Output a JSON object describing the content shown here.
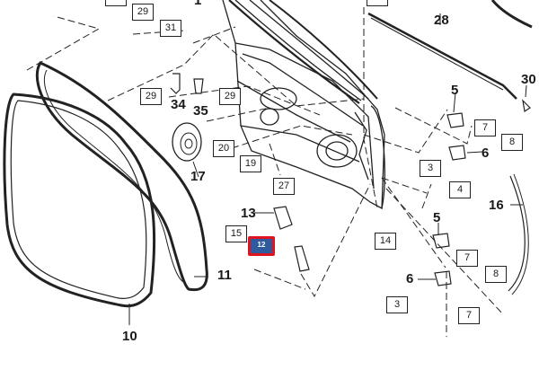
{
  "colors": {
    "highlight_border": "#e0141e",
    "highlight_fill": "#2f5a9e",
    "label_marker": "#a9bde6",
    "line": "#222222"
  },
  "callouts": {
    "c1": "1",
    "c3a": "3",
    "c3b": "3",
    "c4": "4",
    "c5a": "5",
    "c5b": "5",
    "c6a": "6",
    "c6b": "6",
    "c7a": "7",
    "c7b": "7",
    "c7c": "7",
    "c8a": "8",
    "c8b": "8",
    "c10": "10",
    "c11": "11",
    "c12": "12",
    "c13": "13",
    "c14": "14",
    "c15": "15",
    "c16": "16",
    "c17": "17",
    "c19": "19",
    "c20": "20",
    "c27": "27",
    "c28": "28",
    "c29a": "29",
    "c29b": "29",
    "c29c": "29",
    "c30": "30",
    "c31": "31",
    "c34": "34",
    "c35": "35"
  }
}
